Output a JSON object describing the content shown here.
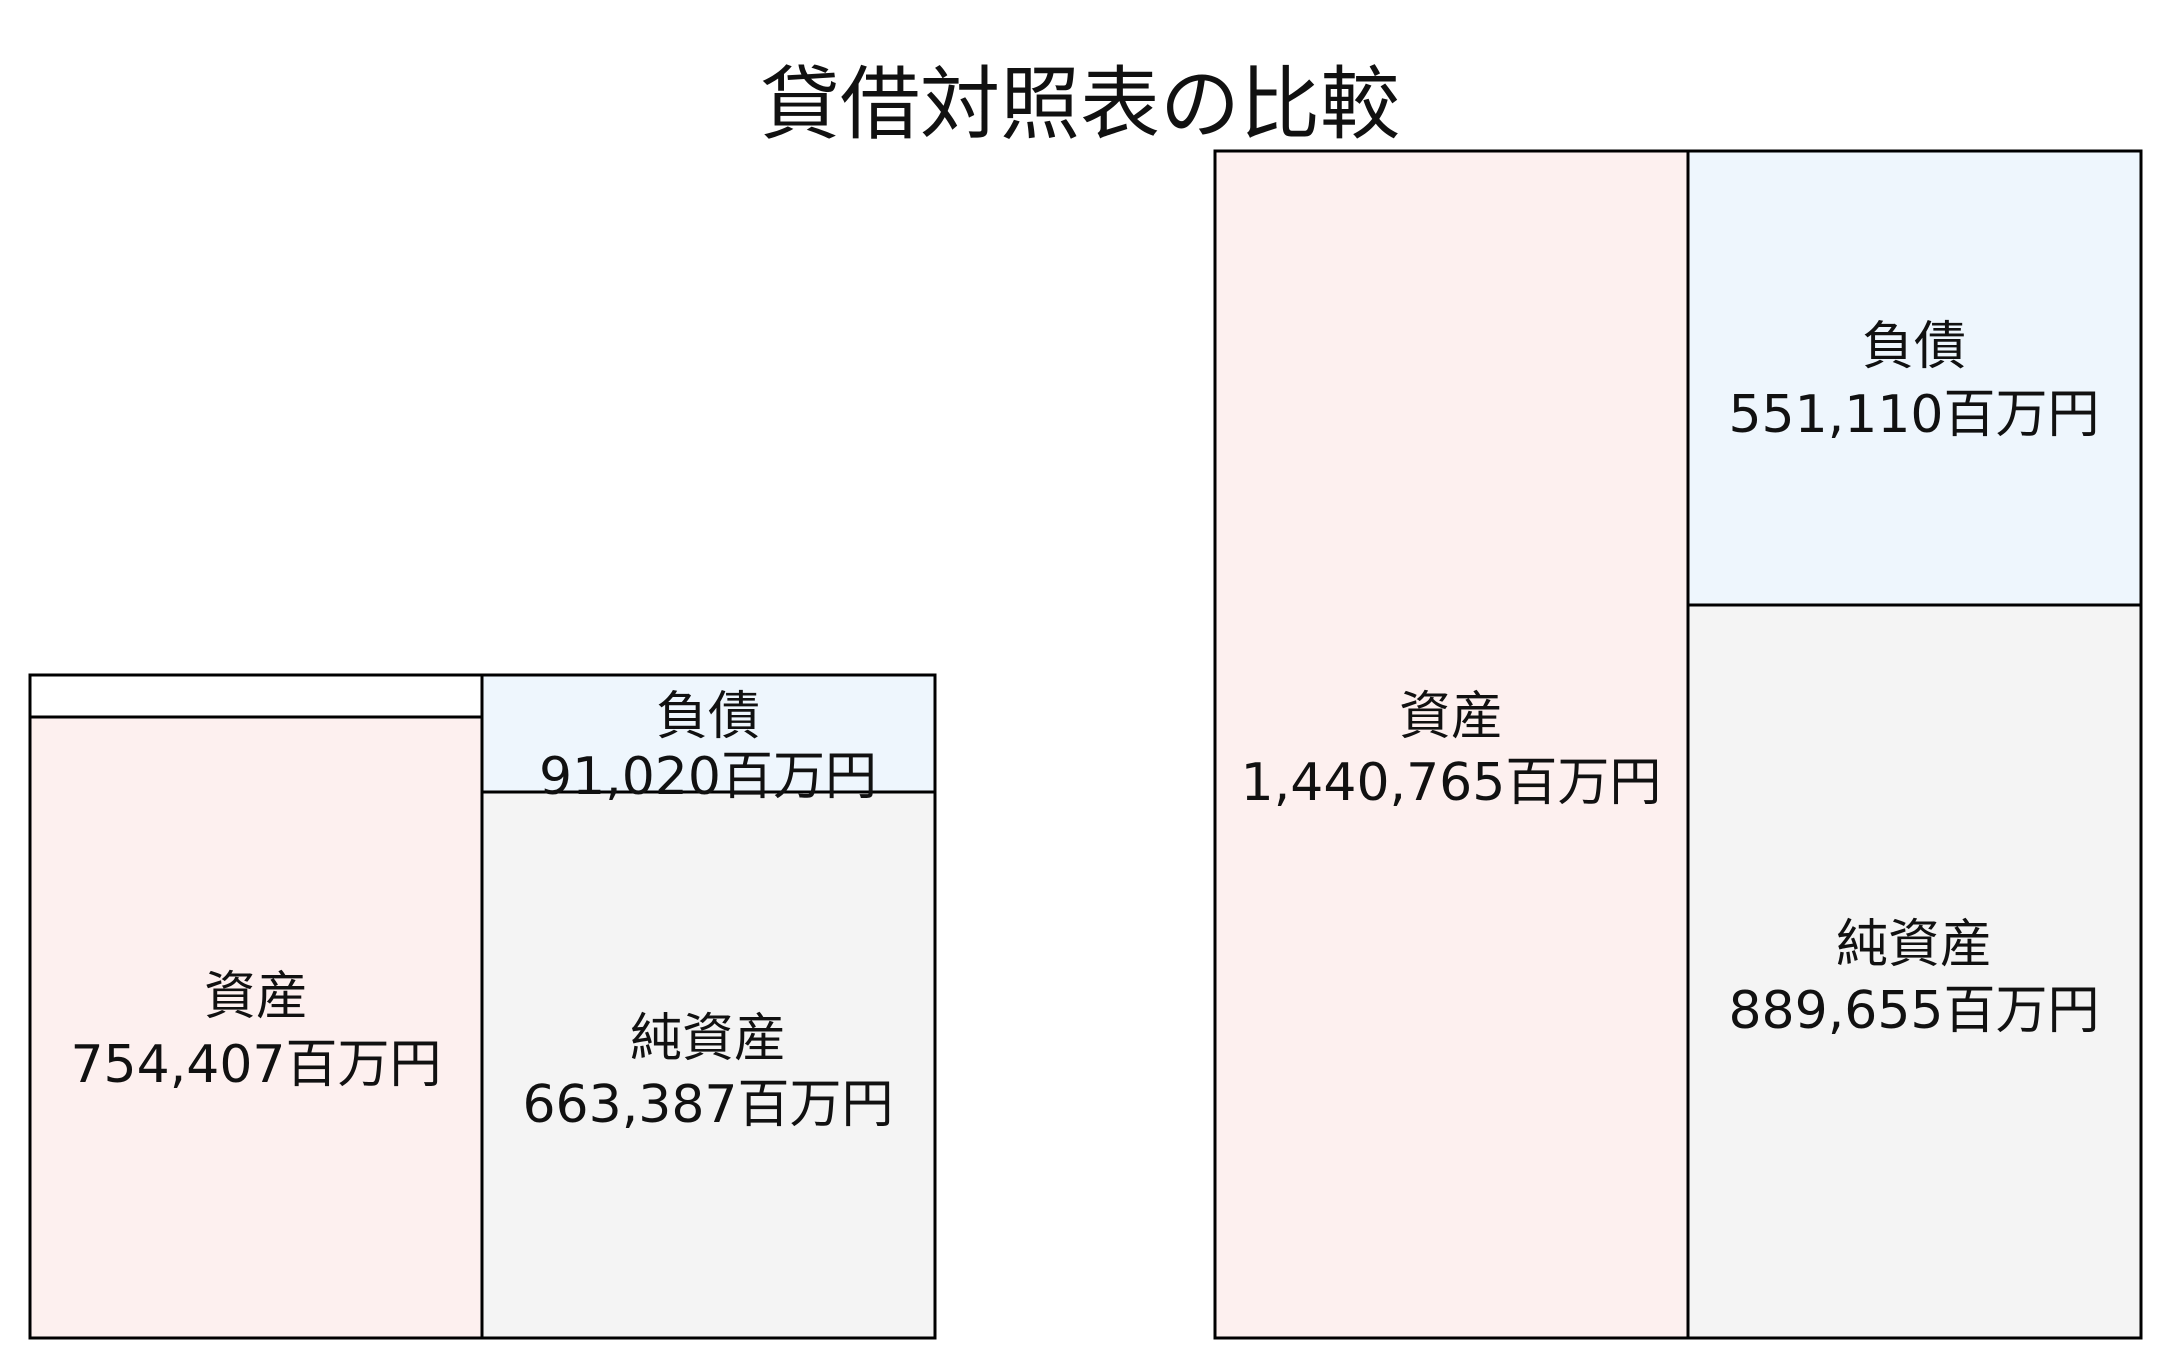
{
  "title": "貸借対照表の比較",
  "colors": {
    "assets": "#fdf0ef",
    "liabilities": "#eef6fd",
    "net_assets": "#f4f4f4",
    "border": "#000000"
  },
  "unit": "百万円",
  "charts": [
    {
      "assets": {
        "label": "資産",
        "value": 754407,
        "text": "754,407百万円"
      },
      "liabilities": {
        "label": "負債",
        "value": 91020,
        "text": "91,020百万円"
      },
      "net_assets": {
        "label": "純資産",
        "value": 663387,
        "text": "663,387百万円"
      }
    },
    {
      "assets": {
        "label": "資産",
        "value": 1440765,
        "text": "1,440,765百万円"
      },
      "liabilities": {
        "label": "負債",
        "value": 551110,
        "text": "551,110百万円"
      },
      "net_assets": {
        "label": "純資産",
        "value": 889655,
        "text": "889,655百万円"
      }
    }
  ]
}
